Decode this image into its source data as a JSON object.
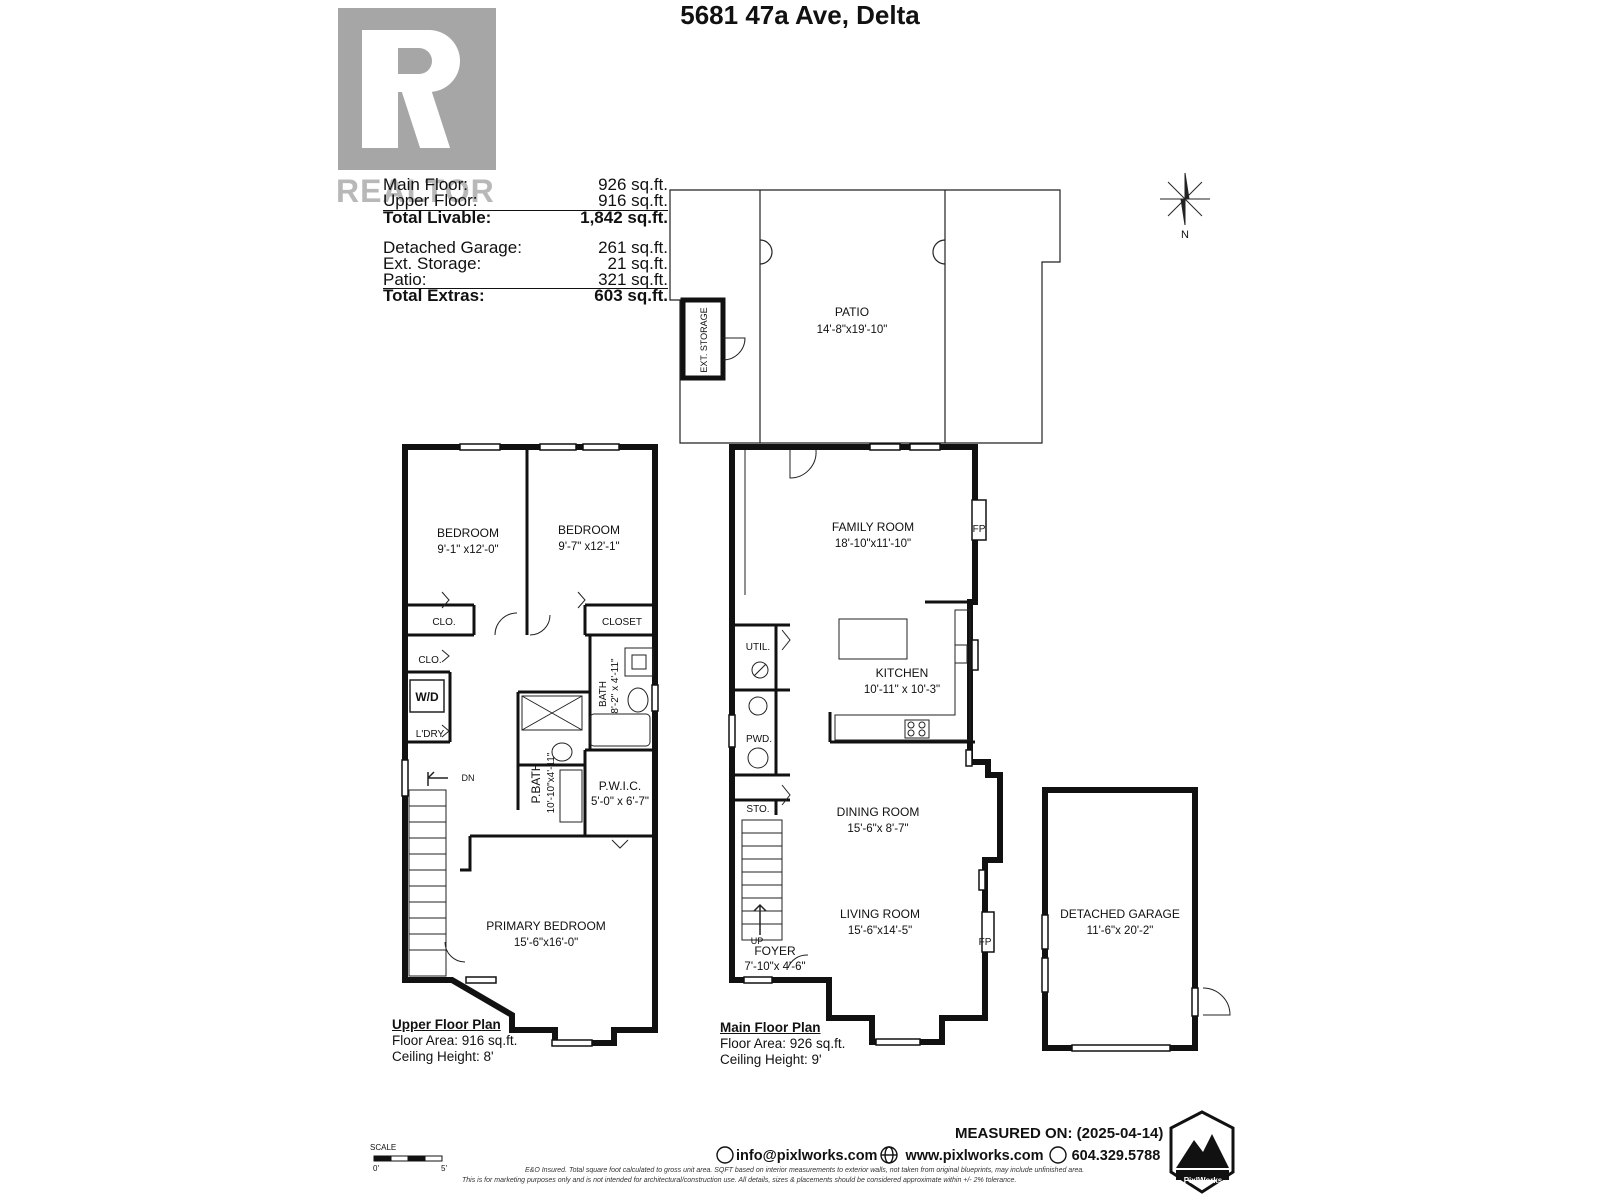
{
  "title": "5681 47a Ave, Delta",
  "area_summary": {
    "rows": [
      {
        "label": "Main Floor:",
        "value": "926 sq.ft."
      },
      {
        "label": "Upper Floor:",
        "value": "916 sq.ft."
      },
      {
        "label": "Total Livable:",
        "value": "1,842 sq.ft."
      },
      {
        "label": "Detached Garage:",
        "value": "261 sq.ft."
      },
      {
        "label": "Ext. Storage:",
        "value": "21 sq.ft."
      },
      {
        "label": "Patio:",
        "value": "321 sq.ft."
      },
      {
        "label": "Total Extras:",
        "value": "603 sq.ft."
      }
    ]
  },
  "watermark": "REALTOR",
  "compass_label": "N",
  "rooms": {
    "patio": {
      "name": "PATIO",
      "dim": "14'-8\"x19'-10\""
    },
    "ext_storage": {
      "name": "EXT. STORAGE"
    },
    "bedroom1": {
      "name": "BEDROOM",
      "dim": "9'-1\" x12'-0\""
    },
    "bedroom2": {
      "name": "BEDROOM",
      "dim": "9'-7\" x12'-1\""
    },
    "clo1": {
      "name": "CLO."
    },
    "closet": {
      "name": "CLOSET"
    },
    "clo2": {
      "name": "CLO."
    },
    "wd": {
      "name": "W/D"
    },
    "ldry": {
      "name": "L'DRY"
    },
    "bath": {
      "name": "BATH",
      "dim": "8'-2\" x 4'-11\""
    },
    "pbath": {
      "name": "P.BATH",
      "dim": "10'-10\"x4'-11\""
    },
    "pwic": {
      "name": "P.W.I.C.",
      "dim": "5'-0\" x 6'-7\""
    },
    "dn": {
      "name": "DN"
    },
    "primary": {
      "name": "PRIMARY BEDROOM",
      "dim": "15'-6\"x16'-0\""
    },
    "family": {
      "name": "FAMILY ROOM",
      "dim": "18'-10\"x11'-10\""
    },
    "fp1": {
      "name": "FP"
    },
    "util": {
      "name": "UTIL."
    },
    "kitchen": {
      "name": "KITCHEN",
      "dim": "10'-11\" x 10'-3\""
    },
    "pwd": {
      "name": "PWD."
    },
    "sto": {
      "name": "STO."
    },
    "dining": {
      "name": "DINING ROOM",
      "dim": "15'-6\"x 8'-7\""
    },
    "living": {
      "name": "LIVING ROOM",
      "dim": "15'-6\"x14'-5\""
    },
    "fp2": {
      "name": "FP"
    },
    "up": {
      "name": "UP"
    },
    "foyer": {
      "name": "FOYER",
      "dim": "7'-10\"x 4'-6\""
    },
    "garage": {
      "name": "DETACHED GARAGE",
      "dim": "11'-6\"x 20'-2\""
    }
  },
  "upper_plan": {
    "heading": "Upper Floor Plan",
    "area": "Floor Area: 916 sq.ft.",
    "ceiling": "Ceiling Height: 8'"
  },
  "main_plan": {
    "heading": "Main Floor Plan",
    "area": "Floor Area: 926 sq.ft.",
    "ceiling": "Ceiling Height: 9'"
  },
  "footer": {
    "measured": "MEASURED ON: (2025-04-14)",
    "email": "info@pixlworks.com",
    "website": "www.pixlworks.com",
    "phone": "604.329.5788",
    "disclaimer1": "E&O Insured. Total square foot calculated to gross unit area. SQFT based on interior measurements to exterior walls, not taken from original blueprints, may include unfinished area.",
    "disclaimer2": "This is for marketing purposes only and is not intended for architectural/construction use. All details, sizes & placements should be considered approximate within +/- 2% tolerance.",
    "scale_label": "SCALE",
    "scale_start": "0'",
    "scale_end": "5'",
    "logo_text": "PixlWorks"
  },
  "colors": {
    "wall": "#111111",
    "watermark": "#a6a6a6",
    "line": "#222222"
  }
}
